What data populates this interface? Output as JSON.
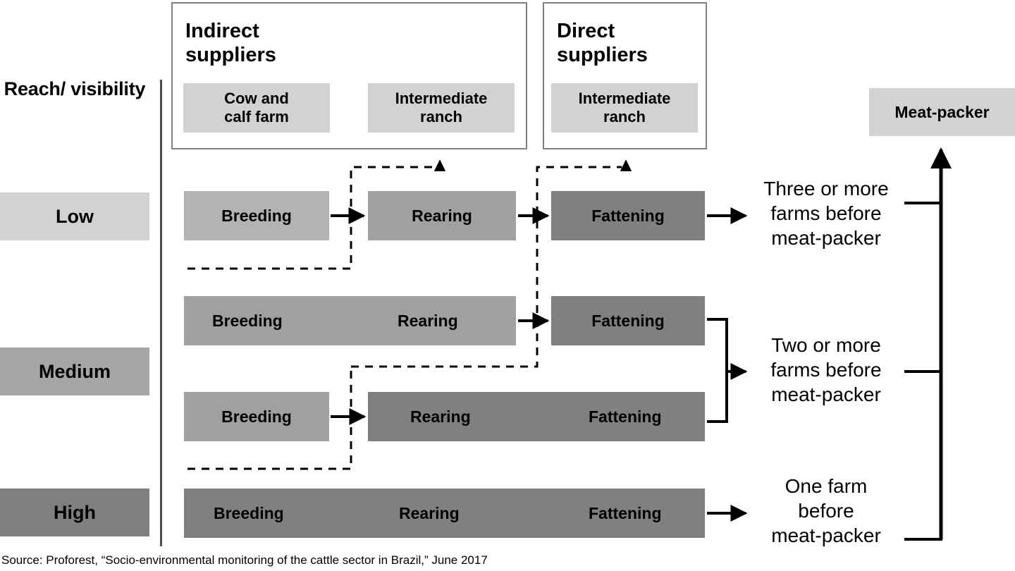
{
  "axis": {
    "title": "Reach/\nvisibility",
    "bands": [
      {
        "label": "Low",
        "color": "#d2d2d2"
      },
      {
        "label": "Medium",
        "color": "#a5a5a5"
      },
      {
        "label": "High",
        "color": "#7f7f7f"
      }
    ]
  },
  "panels": {
    "indirect": {
      "title": "Indirect\nsuppliers",
      "chips": [
        "Cow and\ncalf farm",
        "Intermediate\nranch"
      ]
    },
    "direct": {
      "title": "Direct\nsuppliers",
      "chips": [
        "Intermediate\nranch"
      ]
    }
  },
  "meat_packer": {
    "label": "Meat-packer",
    "color": "#d2d2d2"
  },
  "rows": [
    {
      "band": "Low",
      "boxes": [
        {
          "label": "Breeding",
          "tone": "#b3b3b3"
        },
        {
          "label": "Rearing",
          "tone": "#a0a0a0"
        },
        {
          "label": "Fattening",
          "tone": "#808080"
        }
      ],
      "outcome": "Three or more\nfarms before\nmeat-packer"
    },
    {
      "band": "Medium",
      "boxes": [
        {
          "label": "Breeding",
          "tone": "#a0a0a0"
        },
        {
          "label": "Rearing",
          "tone": "#a0a0a0"
        },
        {
          "label": "Fattening",
          "tone": "#808080"
        }
      ],
      "outcome": "Two or more\nfarms before\nmeat-packer"
    },
    {
      "band": "Medium",
      "boxes": [
        {
          "label": "Breeding",
          "tone": "#a0a0a0"
        },
        {
          "label": "Rearing",
          "tone": "#808080"
        },
        {
          "label": "Fattening",
          "tone": "#808080"
        }
      ],
      "outcome": ""
    },
    {
      "band": "High",
      "boxes": [
        {
          "label": "Breeding",
          "tone": "#808080"
        },
        {
          "label": "Rearing",
          "tone": "#808080"
        },
        {
          "label": "Fattening",
          "tone": "#808080"
        }
      ],
      "outcome": "One farm\nbefore\nmeat-packer"
    }
  ],
  "source": "Source: Proforest, “Socio-environmental monitoring of the cattle sector in Brazil,” June 2017",
  "colors": {
    "chip_grey": "#d2d2d2",
    "tone_light": "#b3b3b3",
    "tone_mid": "#a0a0a0",
    "tone_dark": "#808080",
    "panel_border": "#808080",
    "line": "#000000",
    "divider": "#4d4d4d"
  }
}
